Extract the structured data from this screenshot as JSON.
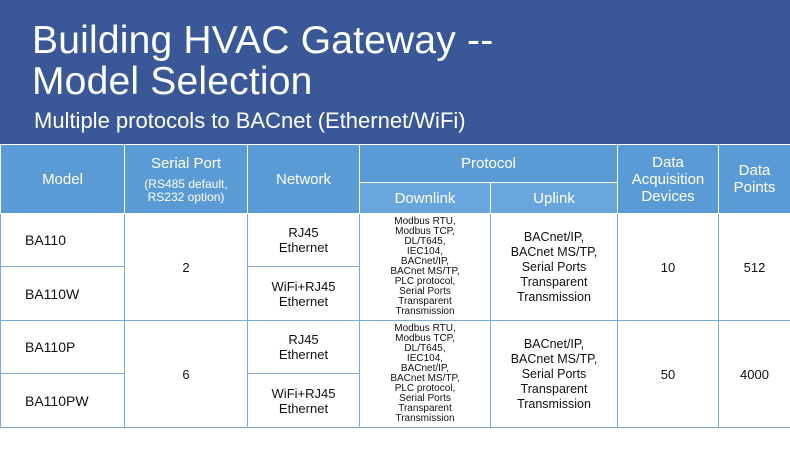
{
  "header": {
    "title": "Building HVAC Gateway --\nModel Selection",
    "subtitle": "Multiple protocols to BACnet (Ethernet/WiFi)"
  },
  "colors": {
    "header_bg": "#3a5897",
    "table_header_bg": "#5b9bd5",
    "cell_border": "#7fa7d6"
  },
  "table": {
    "headers": {
      "model": "Model",
      "serial_port": "Serial Port",
      "serial_port_note": "(RS485 default,\nRS232 option)",
      "network": "Network",
      "protocol": "Protocol",
      "downlink": "Downlink",
      "uplink": "Uplink",
      "daq": "Data\nAcquisition\nDevices",
      "points": "Data\nPoints"
    },
    "groups": [
      {
        "serial_ports": "2",
        "downlink": "Modbus RTU,\nModbus TCP,\nDL/T645,\nIEC104,\nBACnet/IP,\nBACnet MS/TP,\nPLC protocol,\nSerial Ports\nTransparent\nTransmission",
        "uplink": "BACnet/IP,\nBACnet MS/TP,\nSerial Ports\nTransparent\nTransmission",
        "devices": "10",
        "points": "512",
        "rows": [
          {
            "model": "BA110",
            "network": "RJ45\nEthernet"
          },
          {
            "model": "BA110W",
            "network": "WiFi+RJ45\nEthernet"
          }
        ]
      },
      {
        "serial_ports": "6",
        "downlink": "Modbus RTU,\nModbus TCP,\nDL/T645,\nIEC104,\nBACnet/IP,\nBACnet MS/TP,\nPLC protocol,\nSerial Ports\nTransparent\nTransmission",
        "uplink": "BACnet/IP,\nBACnet MS/TP,\nSerial Ports\nTransparent\nTransmission",
        "devices": "50",
        "points": "4000",
        "rows": [
          {
            "model": "BA110P",
            "network": "RJ45\nEthernet"
          },
          {
            "model": "BA110PW",
            "network": "WiFi+RJ45\nEthernet"
          }
        ]
      }
    ]
  }
}
